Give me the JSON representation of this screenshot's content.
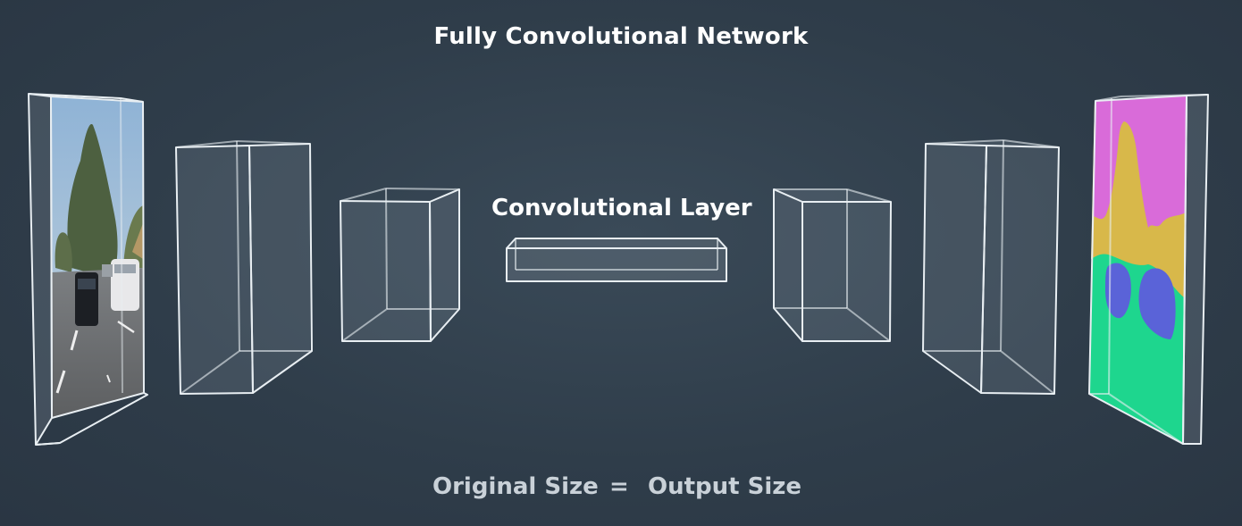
{
  "title": "Fully Convolutional Network",
  "middle_label": "Convolutional Layer",
  "footer": {
    "left": "Original Size",
    "operator": "=",
    "right": "Output Size"
  },
  "colors": {
    "background": "#2f3d4a",
    "box_stroke": "#e8eef2",
    "box_fill": "#8a97a2",
    "seg_sky": "#d96bd9",
    "seg_trees": "#d8b84a",
    "seg_road": "#1ed68e",
    "seg_car": "#5a63d8"
  }
}
